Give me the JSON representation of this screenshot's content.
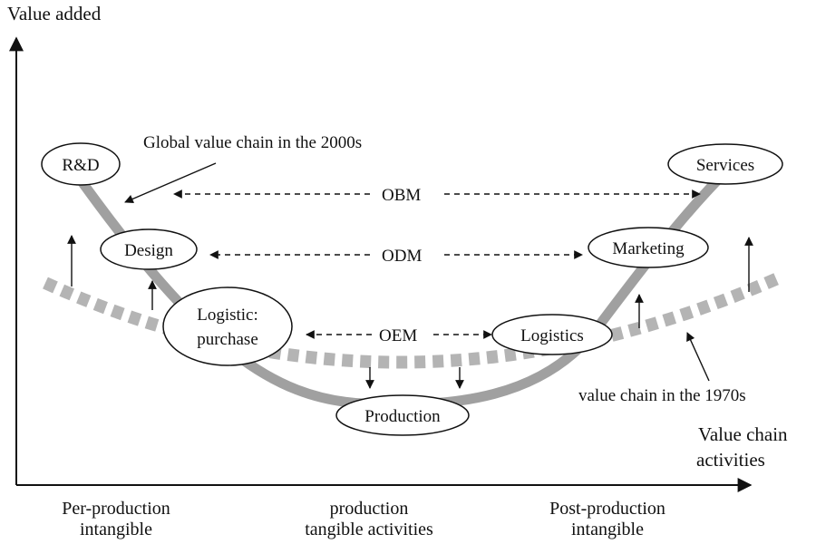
{
  "axes": {
    "y_label": "Value added",
    "x_label_line1": "Value chain",
    "x_label_line2": "activities"
  },
  "annotations": {
    "curve_2000s": "Global value chain in the 2000s",
    "curve_1970s": "value chain in the 1970s"
  },
  "nodes": {
    "rd": "R&D",
    "design": "Design",
    "logistic_purchase_line1": "Logistic:",
    "logistic_purchase_line2": "purchase",
    "production": "Production",
    "logistics": "Logistics",
    "marketing": "Marketing",
    "services": "Services"
  },
  "links": {
    "obm": "OBM",
    "odm": "ODM",
    "oem": "OEM"
  },
  "bottom_labels": {
    "pre_line1": "Per-production",
    "pre_line2": "intangible",
    "prod_line1": "production",
    "prod_line2": "tangible activities",
    "post_line1": "Post-production",
    "post_line2": "intangible"
  },
  "colors": {
    "curve_2000s": "#a0a0a0",
    "curve_1970s": "#b4b4b4",
    "ink": "#111111"
  }
}
